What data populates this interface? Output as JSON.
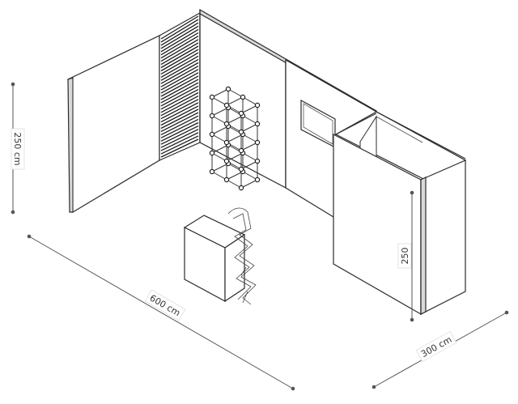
{
  "dimensions": {
    "height_left": "250 cm",
    "length": "600 cm",
    "depth": "300 cm",
    "height_cabin": "250"
  },
  "colors": {
    "line": "#2b2b2b",
    "wall_edge": "#d9d9d9",
    "label_box_border": "#dddddd"
  }
}
